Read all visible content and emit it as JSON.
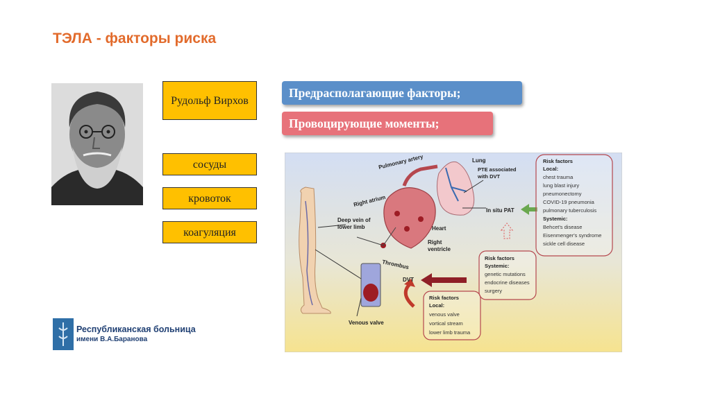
{
  "slide": {
    "title": "ТЭЛА - факторы риска",
    "virchow_box": "Рудольф Вирхов",
    "triad": [
      "сосуды",
      "кровоток",
      "коагуляция"
    ],
    "factors": {
      "predisposing": "Предрасполагающие факторы;",
      "provoking": "Провоцирующие моменты;"
    }
  },
  "figure": {
    "labels": {
      "pulmonary_artery": "Pulmonary artery",
      "lung": "Lung",
      "pte_line1": "PTE associated",
      "pte_line2": "with DVT",
      "right_atrium": "Right atrium",
      "deep_vein_line1": "Deep vein of",
      "deep_vein_line2": "lower limb",
      "heart": "Heart",
      "right_ventricle_line1": "Right",
      "right_ventricle_line2": "ventricle",
      "in_situ_pat": "In situ PAT",
      "thrombus": "Thrombus",
      "dvt": "DVT",
      "venous_valve": "Venous valve"
    },
    "risk_local_top": {
      "header": "Risk factors",
      "local": "Local:",
      "local_items": [
        "chest trauma",
        "lung blast injury",
        "pneumonectomy",
        "COVID-19 pneumonia",
        "pulmonary tuberculosis"
      ],
      "systemic": "Systemic:",
      "systemic_items": [
        "Behcet's disease",
        "Eisenmenger's syndrome",
        "sickle cell disease"
      ]
    },
    "risk_systemic_mid": {
      "header": "Risk factors",
      "systemic": "Systemic:",
      "items": [
        "genetic mutations",
        "endocrine diseases",
        "surgery"
      ]
    },
    "risk_local_bottom": {
      "header": "Risk factors",
      "local": "Local:",
      "items": [
        "venous valve",
        "vortical stream",
        "lower limb trauma"
      ]
    }
  },
  "logo": {
    "line1": "Республиканская больница",
    "line2": "имени В.А.Баранова"
  }
}
